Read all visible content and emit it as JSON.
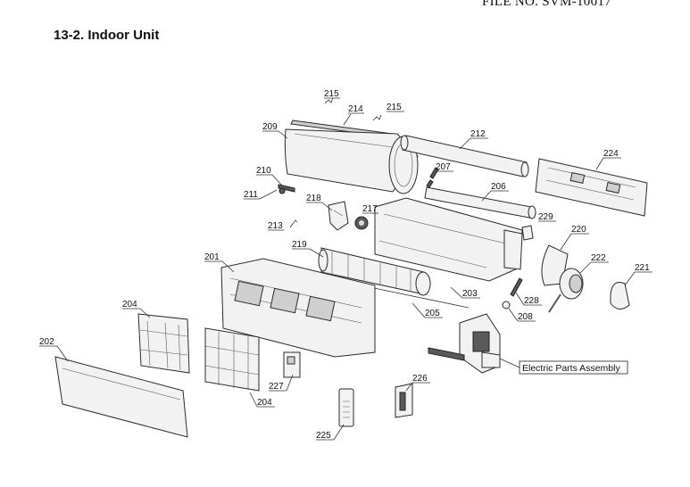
{
  "header": {
    "file_no": "FILE NO. SVM-10017",
    "section_title": "13-2. Indoor Unit"
  },
  "diagram": {
    "callouts": [
      {
        "id": "c215a",
        "label": "215"
      },
      {
        "id": "c215b",
        "label": "215"
      },
      {
        "id": "c214",
        "label": "214"
      },
      {
        "id": "c209",
        "label": "209"
      },
      {
        "id": "c212",
        "label": "212"
      },
      {
        "id": "c224",
        "label": "224"
      },
      {
        "id": "c210",
        "label": "210"
      },
      {
        "id": "c207",
        "label": "207"
      },
      {
        "id": "c211",
        "label": "211"
      },
      {
        "id": "c218",
        "label": "218"
      },
      {
        "id": "c206",
        "label": "206"
      },
      {
        "id": "c217",
        "label": "217"
      },
      {
        "id": "c213",
        "label": "213"
      },
      {
        "id": "c229",
        "label": "229"
      },
      {
        "id": "c220",
        "label": "220"
      },
      {
        "id": "c219",
        "label": "219"
      },
      {
        "id": "c222",
        "label": "222"
      },
      {
        "id": "c201",
        "label": "201"
      },
      {
        "id": "c221",
        "label": "221"
      },
      {
        "id": "c203",
        "label": "203"
      },
      {
        "id": "c228",
        "label": "228"
      },
      {
        "id": "c204a",
        "label": "204"
      },
      {
        "id": "c205",
        "label": "205"
      },
      {
        "id": "c208",
        "label": "208"
      },
      {
        "id": "c202",
        "label": "202"
      },
      {
        "id": "c226",
        "label": "226"
      },
      {
        "id": "c227",
        "label": "227"
      },
      {
        "id": "c204b",
        "label": "204"
      },
      {
        "id": "c225",
        "label": "225"
      }
    ],
    "assembly_label": "Electric Parts Assembly"
  }
}
